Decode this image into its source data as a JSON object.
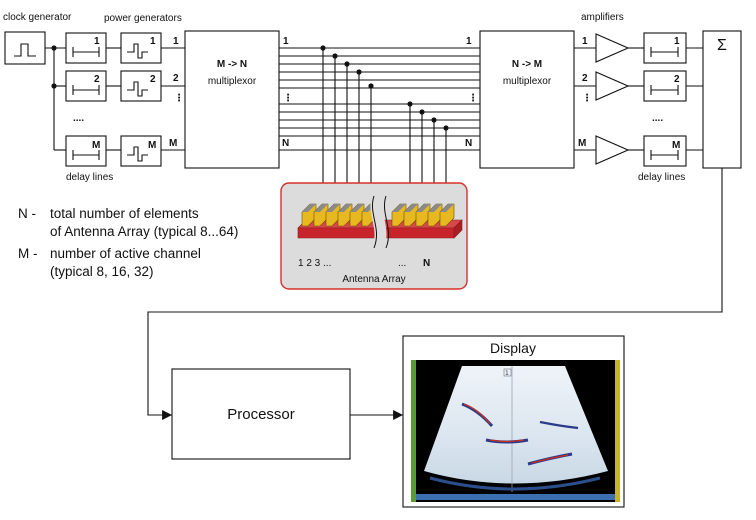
{
  "labels": {
    "clock_generator": "clock generator",
    "power_generators": "power generators",
    "amplifiers": "amplifiers",
    "delay_lines_left": "delay lines",
    "delay_lines_right": "delay lines",
    "mux_left_title": "M -> N",
    "mux_left_sub": "multiplexor",
    "mux_right_title": "N -> M",
    "mux_right_sub": "multiplexor",
    "antenna_array": "Antenna Array",
    "antenna_numbers": "1 2 3 ...",
    "antenna_dots": "...",
    "antenna_n": "N",
    "processor": "Processor",
    "display": "Display",
    "sigma": "Σ",
    "left_dots": "....",
    "right_dots": "....",
    "display_cursor": "1"
  },
  "channels": {
    "ch1": "1",
    "ch2": "2",
    "chM": "M",
    "vdots": "⋮",
    "lines_n": "N"
  },
  "legend": [
    {
      "key": "N -",
      "line1": "total number of elements",
      "line2": "of Antenna Array (typical 8...64)"
    },
    {
      "key": "M -",
      "line1": "number of active channel",
      "line2": "(typical 8, 16, 32)"
    }
  ],
  "colors": {
    "stroke": "#111111",
    "antenna_border": "#d8302a",
    "antenna_bg": "#dcdcdc",
    "element_yellow": "#e8b820",
    "base_red": "#c8242c"
  }
}
